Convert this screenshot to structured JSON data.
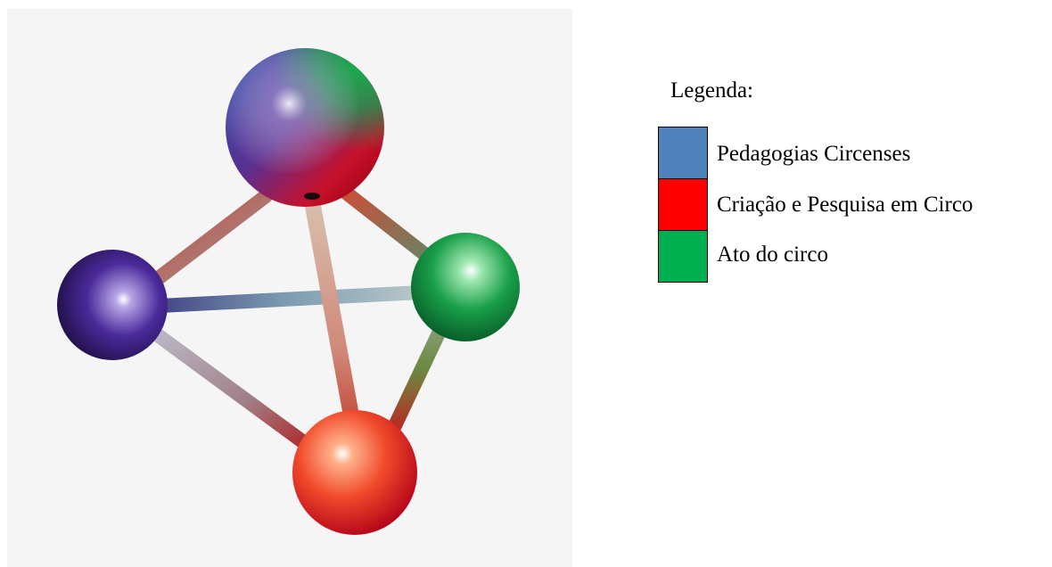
{
  "legend": {
    "title": "Legenda:",
    "items": [
      {
        "label": "Pedagogias Circenses",
        "color": "#4f81bd"
      },
      {
        "label": "Criação e Pesquisa em Circo",
        "color": "#ff0000"
      },
      {
        "label": "Ato do circo",
        "color": "#00b050"
      }
    ]
  },
  "diagram": {
    "nodes": [
      {
        "name": "top-sphere",
        "colors": [
          "#3a2a8c",
          "#c0102a",
          "#1aa04a"
        ]
      },
      {
        "name": "left-sphere",
        "colors": [
          "#4a2a9a"
        ]
      },
      {
        "name": "right-sphere",
        "colors": [
          "#1aa04a"
        ]
      },
      {
        "name": "bottom-sphere",
        "colors": [
          "#e8202a"
        ]
      }
    ]
  }
}
